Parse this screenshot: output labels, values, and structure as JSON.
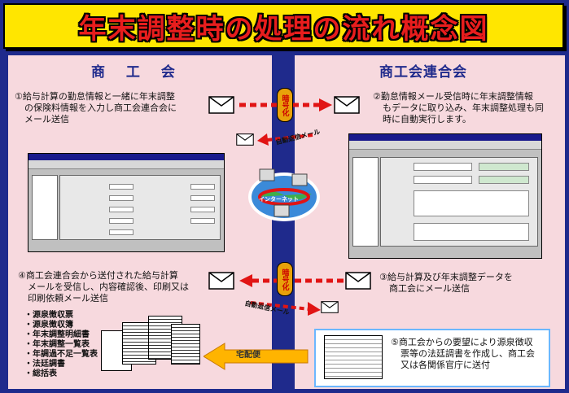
{
  "title": "年末調整時の処理の流れ概念図",
  "left": {
    "heading": "商 工 会",
    "step1": {
      "line1": "①給与計算の勤怠情報と一緒に年末調整",
      "line2": "の保険料情報を入力し商工会連合会に",
      "line3": "メール送信"
    },
    "step4": {
      "line1": "④商工会連合会から送付された給与計算",
      "line2": "メールを受信し、内容確認後、印刷又は",
      "line3": "印刷依頼メール送信"
    },
    "outputs": [
      "・源泉徴収票",
      "・源泉徴収簿",
      "・年末調整明細書",
      "・年末調整一覧表",
      "・年調過不足一覧表",
      "・法廷調書",
      "・総括表"
    ]
  },
  "right": {
    "heading": "商工会連合会",
    "step2": {
      "line1": "②勤怠情報メール受信時に年末調整情報",
      "line2": "もデータに取り込み、年末調整処理も同",
      "line3": "時に自動実行します。"
    },
    "step3": {
      "line1": "③給与計算及び年末調整データを",
      "line2": "商工会にメール送信"
    },
    "step5": {
      "line1": "⑤商工会からの要望により源泉徴収",
      "line2": "票等の法廷調書を作成し、商工会",
      "line3": "又は各関係官庁に送付"
    }
  },
  "badges": {
    "encrypt": "暗号化"
  },
  "labels": {
    "auto_reply_top": "自動返信メール",
    "auto_reply_bottom": "自動返信メール",
    "globe": "インターネット",
    "delivery": "宅配便"
  },
  "colors": {
    "title_bg": "#ffe600",
    "title_text": "#e81d1d",
    "panel": "#f7d9de",
    "frame": "#1f2a8c",
    "arrow_red": "#e11414",
    "delivery_arrow": "#ffb400"
  }
}
